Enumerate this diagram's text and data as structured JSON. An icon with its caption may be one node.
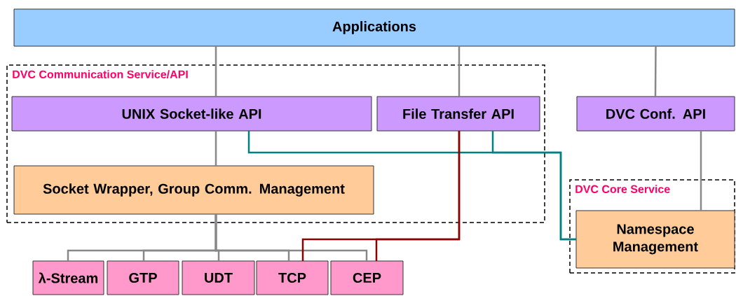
{
  "diagram": {
    "nodes": [
      {
        "text": [
          "Applications"
        ]
      },
      {
        "text": [
          "DVC Communication Service/API"
        ]
      },
      {
        "text": [
          "UNIX Socket-like API"
        ],
        "in": 1
      },
      {
        "text": [
          "File Transfer API"
        ],
        "in": 1
      },
      {
        "text": [
          "Socket Wrapper, Group Comm. Management"
        ],
        "in": 1
      },
      {
        "text": [
          "DVC Conf. API"
        ]
      },
      {
        "text": [
          "DVC Core Service"
        ]
      },
      {
        "text": [
          "Namespace Management"
        ],
        "in": 6
      },
      {
        "text": [
          "λ-Stream"
        ]
      },
      {
        "text": [
          "GTP"
        ]
      },
      {
        "text": [
          "UDT"
        ]
      },
      {
        "text": [
          "TCP"
        ]
      },
      {
        "text": [
          "CEP"
        ]
      }
    ],
    "edges": [
      {
        "from": 0,
        "to": 2,
        "arrow": "none"
      },
      {
        "from": 0,
        "to": 3,
        "arrow": "none"
      },
      {
        "from": 0,
        "to": 5,
        "arrow": "none"
      },
      {
        "from": 2,
        "to": 4,
        "arrow": "none"
      },
      {
        "from": 5,
        "to": 7,
        "arrow": "none"
      },
      {
        "from": 4,
        "to": 8,
        "arrow": "none"
      },
      {
        "from": 4,
        "to": 9,
        "arrow": "none"
      },
      {
        "from": 4,
        "to": 10,
        "arrow": "none"
      },
      {
        "from": 4,
        "to": 11,
        "arrow": "none"
      },
      {
        "from": 4,
        "to": 12,
        "arrow": "none"
      },
      {
        "from": 2,
        "to": 7,
        "arrow": "none",
        "color": "#008080"
      },
      {
        "from": 3,
        "to": 7,
        "arrow": "none",
        "color": "#008080"
      },
      {
        "from": 3,
        "to": 11,
        "arrow": "none",
        "color": "#8b0000"
      },
      {
        "from": 3,
        "to": 12,
        "arrow": "none",
        "color": "#8b0000"
      }
    ]
  }
}
